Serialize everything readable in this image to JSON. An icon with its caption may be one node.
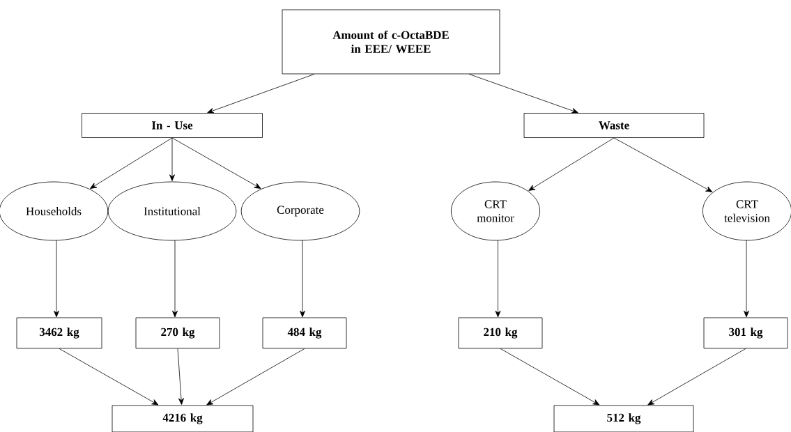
{
  "diagram": {
    "nodes": [
      {
        "text": [
          "Amount of c-OctaBDE in EEE/ WEEE"
        ]
      },
      {
        "text": [
          "In - Use"
        ]
      },
      {
        "text": [
          "Waste"
        ]
      },
      {
        "text": [
          "Households"
        ]
      },
      {
        "text": [
          "Institutional"
        ]
      },
      {
        "text": [
          "Corporate"
        ]
      },
      {
        "text": [
          "CRT monitor"
        ]
      },
      {
        "text": [
          "CRT television"
        ]
      },
      {
        "text": [
          "3462 kg"
        ]
      },
      {
        "text": [
          "270 kg"
        ]
      },
      {
        "text": [
          "484 kg"
        ]
      },
      {
        "text": [
          "210 kg"
        ]
      },
      {
        "text": [
          "301 kg"
        ]
      },
      {
        "text": [
          "4216 kg"
        ]
      },
      {
        "text": [
          "512 kg"
        ]
      }
    ],
    "edges": [
      {
        "from": 0,
        "to": 1,
        "arrow": "to"
      },
      {
        "from": 0,
        "to": 2,
        "arrow": "to"
      },
      {
        "from": 1,
        "to": 3,
        "arrow": "to"
      },
      {
        "from": 1,
        "to": 4,
        "arrow": "to"
      },
      {
        "from": 1,
        "to": 5,
        "arrow": "to"
      },
      {
        "from": 2,
        "to": 6,
        "arrow": "to"
      },
      {
        "from": 2,
        "to": 7,
        "arrow": "to"
      },
      {
        "from": 3,
        "to": 8,
        "arrow": "to"
      },
      {
        "from": 4,
        "to": 9,
        "arrow": "to"
      },
      {
        "from": 5,
        "to": 10,
        "arrow": "to"
      },
      {
        "from": 6,
        "to": 11,
        "arrow": "to"
      },
      {
        "from": 7,
        "to": 12,
        "arrow": "to"
      },
      {
        "from": 8,
        "to": 13,
        "arrow": "to"
      },
      {
        "from": 9,
        "to": 13,
        "arrow": "to"
      },
      {
        "from": 10,
        "to": 13,
        "arrow": "to"
      },
      {
        "from": 11,
        "to": 14,
        "arrow": "to"
      },
      {
        "from": 12,
        "to": 14,
        "arrow": "to"
      }
    ]
  }
}
